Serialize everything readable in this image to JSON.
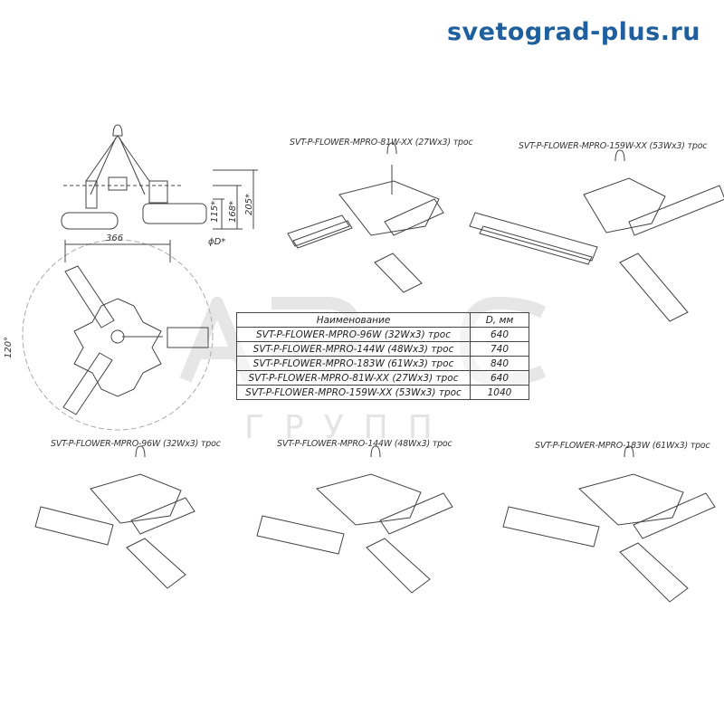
{
  "header": {
    "site": "svetograd-plus.ru"
  },
  "watermark": {
    "sub": "ГРУПП"
  },
  "drawing": {
    "dim_width": "366",
    "dim_115": "115*",
    "dim_168": "168*",
    "dim_205": "205*",
    "dim_diameter": "ϕD*",
    "dim_angle": "120°"
  },
  "captions": {
    "c81": "SVT-P-FLOWER-MPRO-81W-XX (27Wx3) трос",
    "c159": "SVT-P-FLOWER-MPRO-159W-XX (53Wx3) трос",
    "c96": "SVT-P-FLOWER-MPRO-96W (32Wx3) трос",
    "c144": "SVT-P-FLOWER-MPRO-144W (48Wx3) трос",
    "c183": "SVT-P-FLOWER-MPRO-183W (61Wx3) трос"
  },
  "table": {
    "header": [
      "Наименование",
      "D, мм"
    ],
    "rows": [
      [
        "SVT-P-FLOWER-MPRO-96W (32Wx3) трос",
        "640"
      ],
      [
        "SVT-P-FLOWER-MPRO-144W (48Wx3) трос",
        "740"
      ],
      [
        "SVT-P-FLOWER-MPRO-183W (61Wx3) трос",
        "840"
      ],
      [
        "SVT-P-FLOWER-MPRO-81W-XX (27Wx3) трос",
        "640"
      ],
      [
        "SVT-P-FLOWER-MPRO-159W-XX (53Wx3) трос",
        "1040"
      ]
    ]
  },
  "colors": {
    "brand": "#1f5f9e",
    "line": "#444444",
    "watermark": "#e4e4e4"
  }
}
